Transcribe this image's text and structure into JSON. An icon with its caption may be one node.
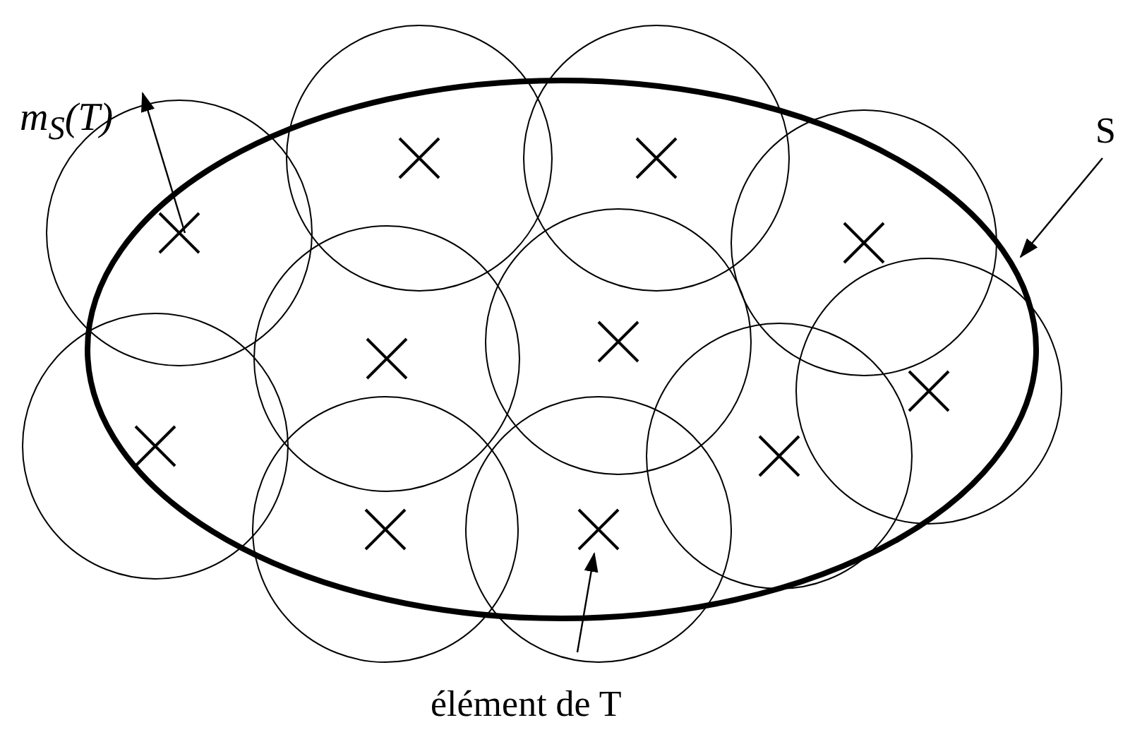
{
  "diagram": {
    "nodes": [
      {
        "text": [
          "S"
        ]
      },
      {
        "text": [],
        "shape": "ellipse"
      },
      {
        "text": [
          "élément de T"
        ]
      },
      {
        "text": [],
        "shape": "cross",
        "in": 1
      }
    ],
    "edges": [
      {
        "from": 0,
        "to": 1,
        "arrow": "to"
      },
      {
        "from": 2,
        "to": 3,
        "arrow": "to"
      }
    ],
    "labels": [
      "m$_{S}$(T)"
    ]
  }
}
